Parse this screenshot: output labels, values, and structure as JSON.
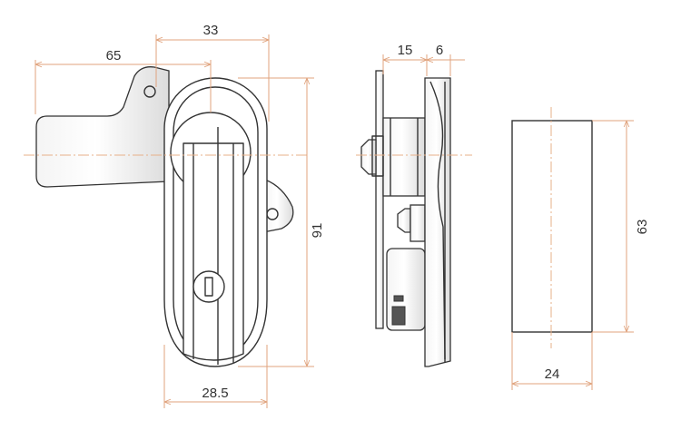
{
  "dimensions": {
    "front_handle_length": "65",
    "front_hole_offset": "33",
    "front_height": "91",
    "front_body_width": "28.5",
    "side_depth_a": "15",
    "side_depth_b": "6",
    "rear_height": "63",
    "rear_width": "24"
  },
  "colors": {
    "line": "#333333",
    "dimension_line": "#e0a37d",
    "centerline": "#e7b089"
  }
}
